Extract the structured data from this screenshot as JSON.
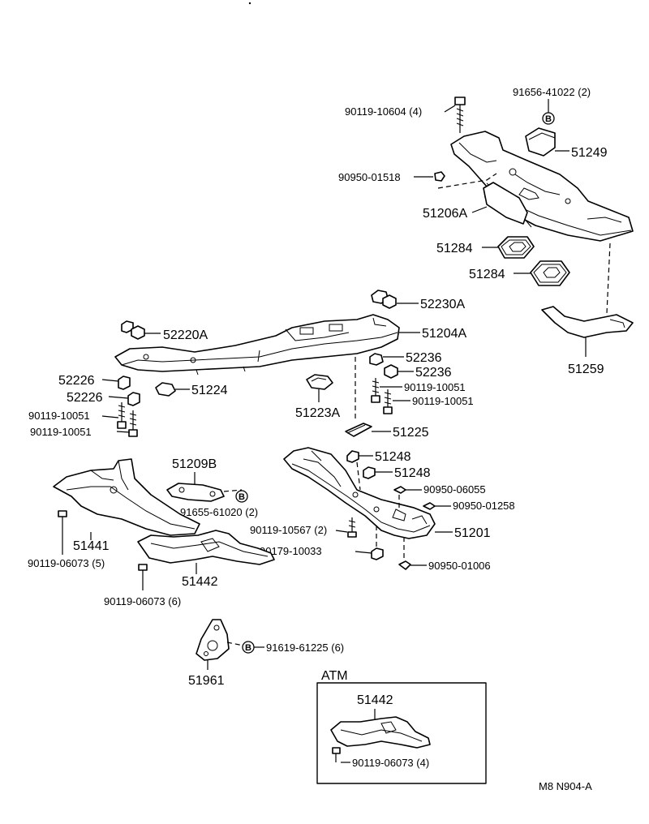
{
  "labels": {
    "p90119_10604": "90119-10604 (4)",
    "p91656_41022": "91656-41022 (2)",
    "p51249": "51249",
    "p90950_01518": "90950-01518",
    "p51206a": "51206A",
    "p51284a": "51284",
    "p51284b": "51284",
    "p52230a": "52230A",
    "p52220a": "52220A",
    "p51204a": "51204A",
    "p51259": "51259",
    "p52236a": "52236",
    "p52236b": "52236",
    "p90119_10051_r1": "90119-10051",
    "p90119_10051_r2": "90119-10051",
    "p52226a": "52226",
    "p52226b": "52226",
    "p51224": "51224",
    "p51223a": "51223A",
    "p90119_10051_l1": "90119-10051",
    "p90119_10051_l2": "90119-10051",
    "p51225": "51225",
    "p51209b": "51209B",
    "p91655_61020": "91655-61020 (2)",
    "p51248a": "51248",
    "p51248b": "51248",
    "p90950_06055": "90950-06055",
    "p90950_01258": "90950-01258",
    "p90119_10567": "90119-10567 (2)",
    "p51201": "51201",
    "p51441": "51441",
    "p90179_10033": "90179-10033",
    "p90950_01006": "90950-01006",
    "p90119_06073_5": "90119-06073 (5)",
    "p51442": "51442",
    "p90119_06073_6": "90119-06073 (6)",
    "p91619_61225": "91619-61225 (6)",
    "p51961": "51961",
    "atm_title": "ATM",
    "atm_51442": "51442",
    "atm_90119_06073": "90119-06073 (4)",
    "footer_code": "M8  N904-A"
  },
  "badges": {
    "b1": "B",
    "b2": "B",
    "b3": "B"
  }
}
